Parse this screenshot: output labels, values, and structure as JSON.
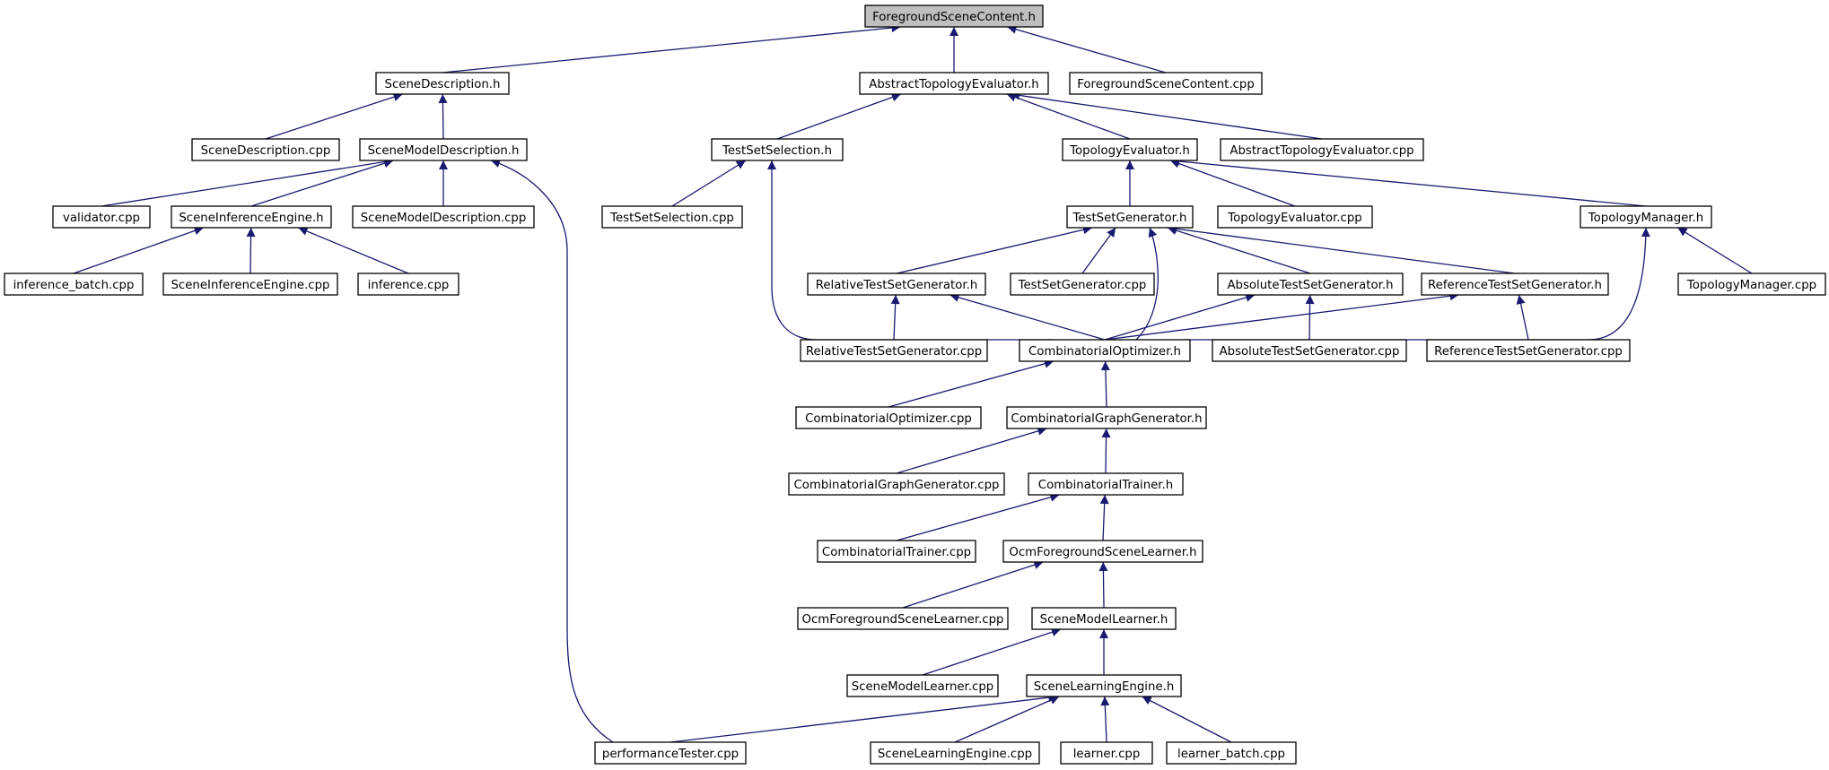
{
  "diagram": {
    "type": "include-dependency-graph",
    "colors": {
      "edge": "#191970",
      "root_fill": "#bfbfbf",
      "node_fill": "#ffffff",
      "node_border": "#000000"
    },
    "nodes": [
      {
        "id": "fsc_h",
        "label": "ForegroundSceneContent.h",
        "root": true
      },
      {
        "id": "sd_h",
        "label": "SceneDescription.h"
      },
      {
        "id": "ate_h",
        "label": "AbstractTopologyEvaluator.h"
      },
      {
        "id": "fsc_cpp",
        "label": "ForegroundSceneContent.cpp"
      },
      {
        "id": "sd_cpp",
        "label": "SceneDescription.cpp"
      },
      {
        "id": "smd_h",
        "label": "SceneModelDescription.h"
      },
      {
        "id": "tss_h",
        "label": "TestSetSelection.h"
      },
      {
        "id": "te_h",
        "label": "TopologyEvaluator.h"
      },
      {
        "id": "ate_cpp",
        "label": "AbstractTopologyEvaluator.cpp"
      },
      {
        "id": "validator",
        "label": "validator.cpp"
      },
      {
        "id": "sie_h",
        "label": "SceneInferenceEngine.h"
      },
      {
        "id": "smd_cpp",
        "label": "SceneModelDescription.cpp"
      },
      {
        "id": "tss_cpp",
        "label": "TestSetSelection.cpp"
      },
      {
        "id": "tsg_h",
        "label": "TestSetGenerator.h"
      },
      {
        "id": "te_cpp",
        "label": "TopologyEvaluator.cpp"
      },
      {
        "id": "tm_h",
        "label": "TopologyManager.h"
      },
      {
        "id": "ib_cpp",
        "label": "inference_batch.cpp"
      },
      {
        "id": "sie_cpp",
        "label": "SceneInferenceEngine.cpp"
      },
      {
        "id": "inf_cpp",
        "label": "inference.cpp"
      },
      {
        "id": "rtsg_h",
        "label": "RelativeTestSetGenerator.h"
      },
      {
        "id": "tsg_cpp",
        "label": "TestSetGenerator.cpp"
      },
      {
        "id": "atsg_h",
        "label": "AbsoluteTestSetGenerator.h"
      },
      {
        "id": "reftsg_h",
        "label": "ReferenceTestSetGenerator.h"
      },
      {
        "id": "tm_cpp",
        "label": "TopologyManager.cpp"
      },
      {
        "id": "rtsg_cpp",
        "label": "RelativeTestSetGenerator.cpp"
      },
      {
        "id": "co_h",
        "label": "CombinatorialOptimizer.h"
      },
      {
        "id": "atsg_cpp",
        "label": "AbsoluteTestSetGenerator.cpp"
      },
      {
        "id": "reftsg_cpp",
        "label": "ReferenceTestSetGenerator.cpp"
      },
      {
        "id": "co_cpp",
        "label": "CombinatorialOptimizer.cpp"
      },
      {
        "id": "cgg_h",
        "label": "CombinatorialGraphGenerator.h"
      },
      {
        "id": "cgg_cpp",
        "label": "CombinatorialGraphGenerator.cpp"
      },
      {
        "id": "ct_h",
        "label": "CombinatorialTrainer.h"
      },
      {
        "id": "ct_cpp",
        "label": "CombinatorialTrainer.cpp"
      },
      {
        "id": "ofsl_h",
        "label": "OcmForegroundSceneLearner.h"
      },
      {
        "id": "ofsl_cpp",
        "label": "OcmForegroundSceneLearner.cpp"
      },
      {
        "id": "sml_h",
        "label": "SceneModelLearner.h"
      },
      {
        "id": "sml_cpp",
        "label": "SceneModelLearner.cpp"
      },
      {
        "id": "sle_h",
        "label": "SceneLearningEngine.h"
      },
      {
        "id": "pt_cpp",
        "label": "performanceTester.cpp"
      },
      {
        "id": "sle_cpp",
        "label": "SceneLearningEngine.cpp"
      },
      {
        "id": "learner_cpp",
        "label": "learner.cpp"
      },
      {
        "id": "lb_cpp",
        "label": "learner_batch.cpp"
      }
    ],
    "edges": [
      {
        "from": "sd_h",
        "to": "fsc_h"
      },
      {
        "from": "ate_h",
        "to": "fsc_h"
      },
      {
        "from": "fsc_cpp",
        "to": "fsc_h"
      },
      {
        "from": "sd_cpp",
        "to": "sd_h"
      },
      {
        "from": "smd_h",
        "to": "sd_h"
      },
      {
        "from": "tss_h",
        "to": "ate_h"
      },
      {
        "from": "te_h",
        "to": "ate_h"
      },
      {
        "from": "ate_cpp",
        "to": "ate_h"
      },
      {
        "from": "validator",
        "to": "smd_h"
      },
      {
        "from": "sie_h",
        "to": "smd_h"
      },
      {
        "from": "smd_cpp",
        "to": "smd_h"
      },
      {
        "from": "pt_cpp",
        "to": "smd_h"
      },
      {
        "from": "tss_cpp",
        "to": "tss_h"
      },
      {
        "from": "co_h",
        "to": "tss_h"
      },
      {
        "from": "tsg_h",
        "to": "te_h"
      },
      {
        "from": "te_cpp",
        "to": "te_h"
      },
      {
        "from": "tm_h",
        "to": "te_h"
      },
      {
        "from": "ib_cpp",
        "to": "sie_h"
      },
      {
        "from": "sie_cpp",
        "to": "sie_h"
      },
      {
        "from": "inf_cpp",
        "to": "sie_h"
      },
      {
        "from": "rtsg_h",
        "to": "tsg_h"
      },
      {
        "from": "tsg_cpp",
        "to": "tsg_h"
      },
      {
        "from": "co_h",
        "to": "tsg_h"
      },
      {
        "from": "atsg_h",
        "to": "tsg_h"
      },
      {
        "from": "reftsg_h",
        "to": "tsg_h"
      },
      {
        "from": "tm_cpp",
        "to": "tm_h"
      },
      {
        "from": "co_h",
        "to": "tm_h"
      },
      {
        "from": "rtsg_cpp",
        "to": "rtsg_h"
      },
      {
        "from": "co_h",
        "to": "rtsg_h"
      },
      {
        "from": "co_h",
        "to": "atsg_h"
      },
      {
        "from": "atsg_cpp",
        "to": "atsg_h"
      },
      {
        "from": "co_h",
        "to": "reftsg_h"
      },
      {
        "from": "reftsg_cpp",
        "to": "reftsg_h"
      },
      {
        "from": "co_cpp",
        "to": "co_h"
      },
      {
        "from": "cgg_h",
        "to": "co_h"
      },
      {
        "from": "cgg_cpp",
        "to": "cgg_h"
      },
      {
        "from": "ct_h",
        "to": "cgg_h"
      },
      {
        "from": "ct_cpp",
        "to": "ct_h"
      },
      {
        "from": "ofsl_h",
        "to": "ct_h"
      },
      {
        "from": "ofsl_cpp",
        "to": "ofsl_h"
      },
      {
        "from": "sml_h",
        "to": "ofsl_h"
      },
      {
        "from": "sml_cpp",
        "to": "sml_h"
      },
      {
        "from": "sle_h",
        "to": "sml_h"
      },
      {
        "from": "pt_cpp",
        "to": "sle_h"
      },
      {
        "from": "sle_cpp",
        "to": "sle_h"
      },
      {
        "from": "learner_cpp",
        "to": "sle_h"
      },
      {
        "from": "lb_cpp",
        "to": "sle_h"
      }
    ]
  }
}
